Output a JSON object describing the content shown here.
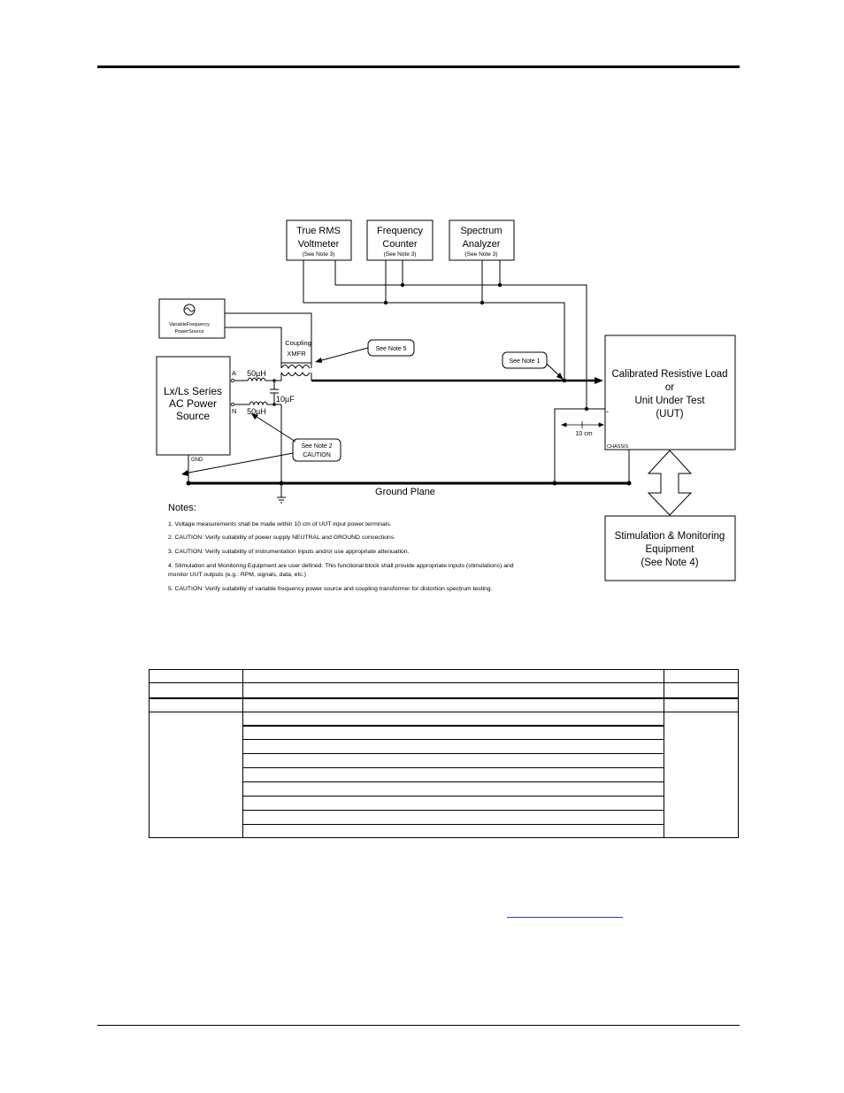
{
  "diagram": {
    "instruments": [
      {
        "id": "voltmeter",
        "line1": "True RMS",
        "line2": "Voltmeter",
        "note": "(See Note 3)"
      },
      {
        "id": "counter",
        "line1": "Frequency",
        "line2": "Counter",
        "note": "(See Note 3)"
      },
      {
        "id": "analyzer",
        "line1": "Spectrum",
        "line2": "Analyzer",
        "note": "(See Note 3)"
      }
    ],
    "var_source": {
      "line1": "VariableFrequency",
      "line2": "PowerSource"
    },
    "ac_source": {
      "line1": "Lx/Ls Series",
      "line2": "AC Power",
      "line3": "Source"
    },
    "uut": {
      "line1": "Calibrated Resistive Load",
      "line2": "or",
      "line3": "Unit Under Test",
      "line4": "(UUT)",
      "chassis": "CHASSIS"
    },
    "stim": {
      "line1": "Stimulation & Monitoring",
      "line2": "Equipment",
      "line3": "(See Note 4)"
    },
    "labels": {
      "coupling": "Coupling",
      "xmfr": "XMFR",
      "terminal_a": "A",
      "terminal_n": "N",
      "inductor_a": "50µH",
      "inductor_n": "50µH",
      "capacitor": "10µF",
      "gnd": "GND",
      "ground_plane": "Ground Plane",
      "distance": "10 cm",
      "minus": "-"
    },
    "callouts": {
      "note5": "See Note 5",
      "note1": "See Note 1",
      "note2_line1": "See Note 2",
      "note2_line2": "CAUTION"
    },
    "notes_title": "Notes:",
    "notes": [
      "1. Voltage measurements shall be made within 10 cm of UUT input power terminals.",
      "2. CAUTION: Verify suitability of power supply NEUTRAL and GROUND connections.",
      "3. CAUTION: Verify suitability of instrumentation inputs and/or use appropriate attenuation.",
      "4. Stimulation and Monitoring Equipment are user defined. This functional block shall provide appropriate inputs (stimulations) and",
      "monitor UUT outputs (e.g.: RPM, signals, data, etc.)",
      "5. CAUTION: Verify suitability of variable frequency power source and coupling transformer for distortion spectrum testing."
    ]
  }
}
